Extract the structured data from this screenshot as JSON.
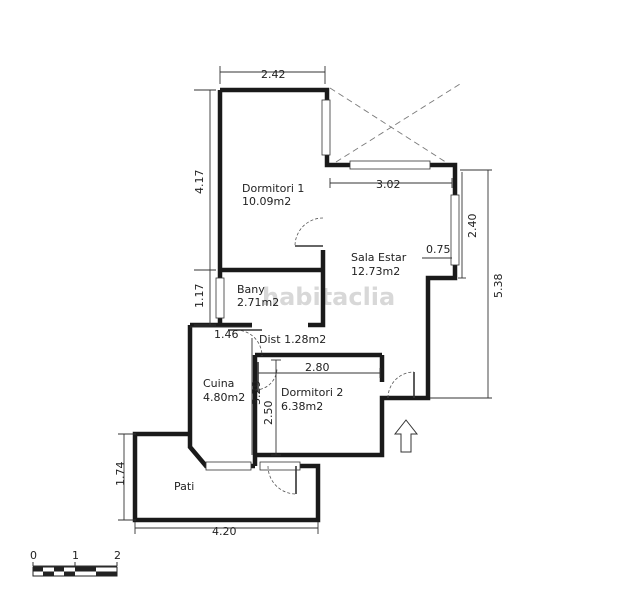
{
  "rooms": {
    "dormitori1": {
      "name": "Dormitori 1",
      "area": "10.09m2"
    },
    "sala": {
      "name": "Sala Estar",
      "area": "12.73m2"
    },
    "bany": {
      "name": "Bany",
      "area": "2.71m2"
    },
    "dist": {
      "label": "Dist 1.28m2"
    },
    "cuina": {
      "name": "Cuina",
      "area": "4.80m2"
    },
    "dormitori2": {
      "name": "Dormitori 2",
      "area": "6.38m2"
    },
    "pati": {
      "name": "Pati"
    }
  },
  "dimensions": {
    "top_width": "2.42",
    "left_upper": "4.17",
    "sala_width": "3.02",
    "right_upper": "2.40",
    "right_total": "5.38",
    "recess": "0.75",
    "left_middle": "1.17",
    "dist_width": "1.46",
    "dorm2_width": "2.80",
    "dorm2_left_a": "3.29",
    "dorm2_left_b": "2.50",
    "pati_height": "1.74",
    "pati_width": "4.20"
  },
  "scale": {
    "labels": [
      "0",
      "1",
      "2"
    ]
  },
  "watermark": "habitaclia",
  "icons": {
    "entrance": "entrance-arrow-icon"
  }
}
